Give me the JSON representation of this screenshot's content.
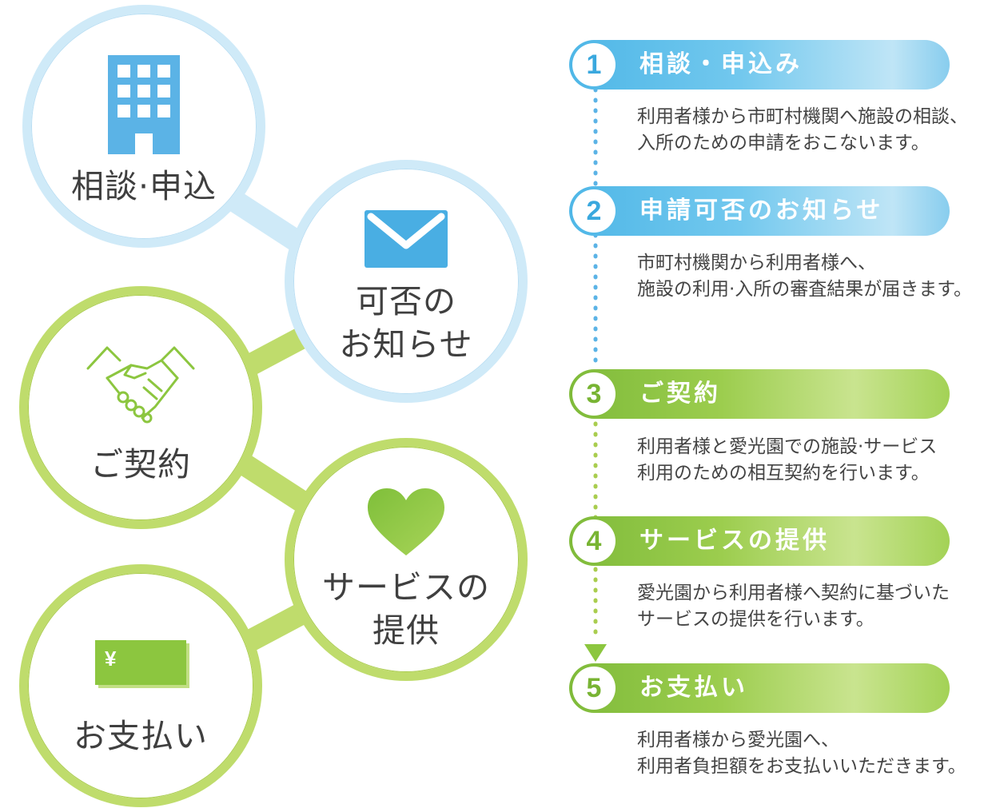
{
  "colors": {
    "blue": "#4fb7e7",
    "blue_light": "#cfeaf8",
    "green": "#8cc63f",
    "green_light": "#bfdc6c"
  },
  "circles": [
    {
      "id": "consult",
      "icon": "building-icon",
      "label": "相談·申込"
    },
    {
      "id": "notice",
      "icon": "envelope-icon",
      "label_lines": [
        "可否の",
        "お知らせ"
      ]
    },
    {
      "id": "contract",
      "icon": "handshake-icon",
      "label": "ご契約"
    },
    {
      "id": "service",
      "icon": "heart-icon",
      "label_lines": [
        "サービスの",
        "提供"
      ]
    },
    {
      "id": "payment",
      "icon": "yen-bill-icon",
      "icon_text": "¥",
      "label": "お支払い"
    }
  ],
  "steps": [
    {
      "number": "1",
      "title": "相談・申込み",
      "desc": [
        "利用者様から市町村機関へ施設の相談、",
        "入所のための申請をおこないます。"
      ]
    },
    {
      "number": "2",
      "title": "申請可否のお知らせ",
      "desc": [
        "市町村機関から利用者様へ、",
        "施設の利用·入所の審査結果が届きます。"
      ]
    },
    {
      "number": "3",
      "title": "ご契約",
      "desc": [
        "利用者様と愛光園での施設·サービス",
        "利用のための相互契約を行います。"
      ]
    },
    {
      "number": "4",
      "title": "サービスの提供",
      "desc": [
        "愛光園から利用者様へ契約に基づいた",
        "サービスの提供を行います。"
      ]
    },
    {
      "number": "5",
      "title": "お支払い",
      "desc": [
        "利用者様から愛光園へ、",
        "利用者負担額をお支払いいただきます。"
      ]
    }
  ]
}
